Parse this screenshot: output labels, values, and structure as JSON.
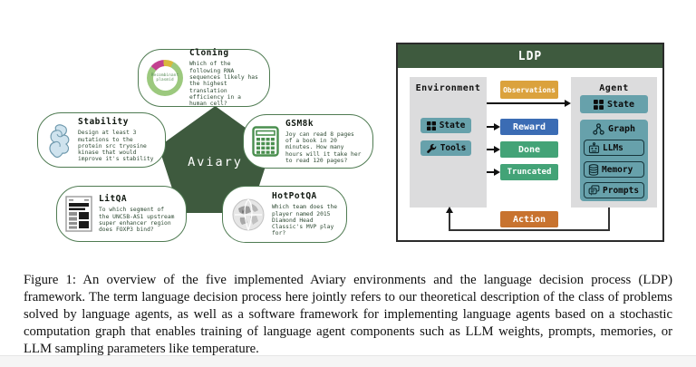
{
  "figure": {
    "caption": "Figure 1: An overview of the five implemented Aviary environments and the language decision process (LDP) framework. The term language decision process here jointly refers to our theoretical description of the class of problems solved by language agents, as well as a software framework for implementing language agents based on a stochastic computation graph that enables training of language agent components such as LLM weights, prompts, memories, or LLM sampling parameters like temperature."
  },
  "aviary": {
    "center_label": "Aviary",
    "cards": {
      "cloning": {
        "title": "Cloning",
        "text": "Which of the following RNA sequences likely has the highest translation efficiency in a human cell?",
        "icon_label": "Recombinant plasmid"
      },
      "stability": {
        "title": "Stability",
        "text": "Design at least 3 mutations to the protein src tryosine kinase that would improve it's stability"
      },
      "gsm8k": {
        "title": "GSM8k",
        "text": "Joy can read 8 pages of a book in 20 minutes. How many hours will it take her to read 120 pages?"
      },
      "litqa": {
        "title": "LitQA",
        "text": "To which segment of the UNC5B-AS1 upstream super enhancer region does FOXP3 bind?"
      },
      "hotpotqa": {
        "title": "HotPotQA",
        "text": "Which team does the player named 2015 Diamond Head Classic's MVP play for?"
      }
    }
  },
  "ldp": {
    "title": "LDP",
    "environment": {
      "title": "Environment",
      "state": "State",
      "tools": "Tools"
    },
    "agent": {
      "title": "Agent",
      "state": "State",
      "graph": "Graph",
      "llms": "LLMs",
      "memory": "Memory",
      "prompts": "Prompts"
    },
    "signals": {
      "observations": "Observations",
      "reward": "Reward",
      "done": "Done",
      "truncated": "Truncated",
      "action": "Action"
    }
  },
  "colors": {
    "dark_green": "#3e5a3e",
    "card_border_green": "#4f7b52",
    "teal": "#67a1ab",
    "gray_panel": "#dcdcdd",
    "observations_amber": "#dba23d",
    "reward_blue": "#3b6cb4",
    "done_green": "#43a377",
    "action_orange": "#c8732f"
  }
}
